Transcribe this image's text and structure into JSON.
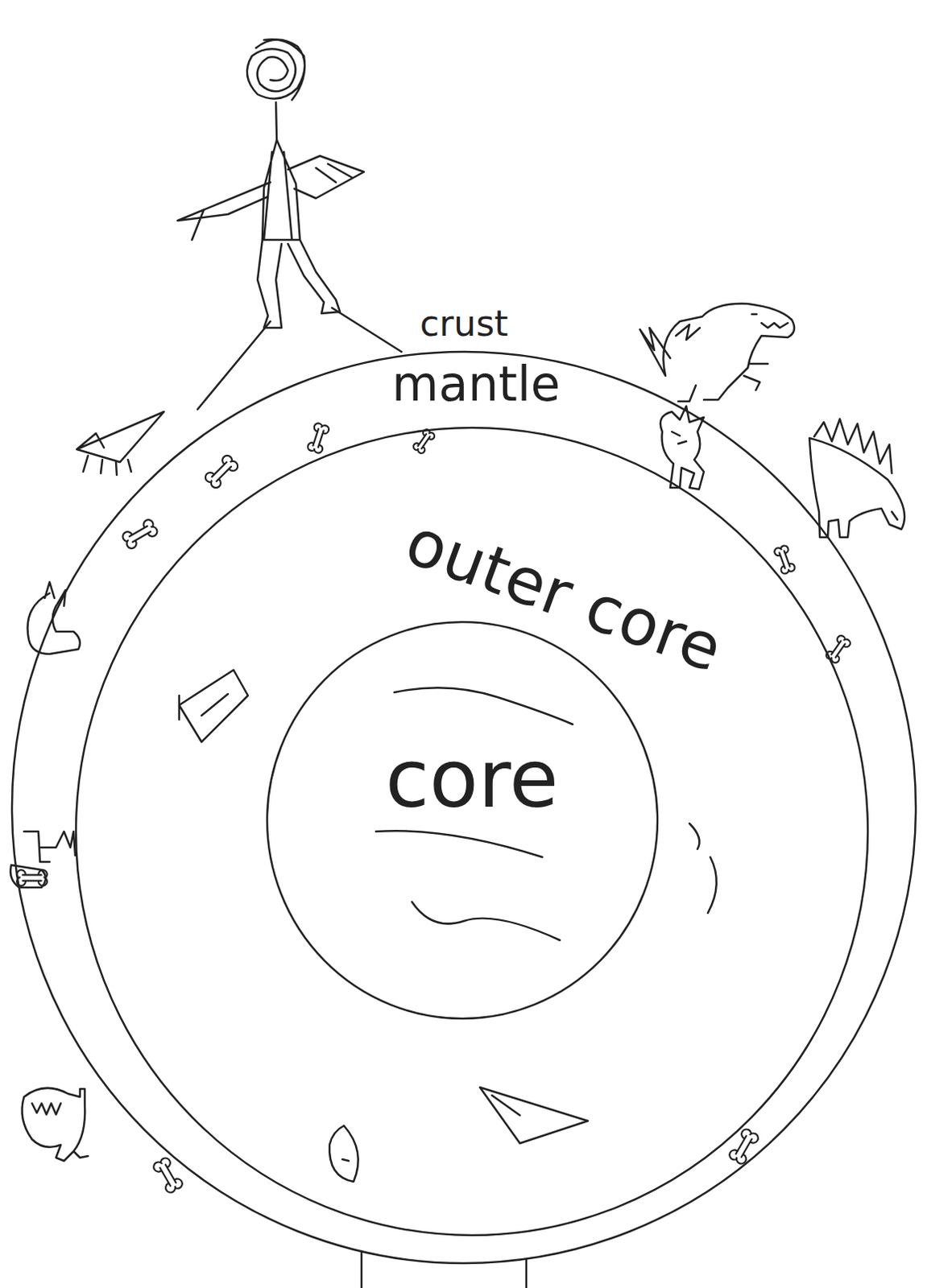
{
  "diagram": {
    "nodes": [
      {
        "text": [
          "crust",
          "mantle"
        ]
      },
      {
        "text": [
          "outer core"
        ],
        "in": 0
      },
      {
        "text": [
          "core"
        ],
        "in": 1
      }
    ]
  }
}
